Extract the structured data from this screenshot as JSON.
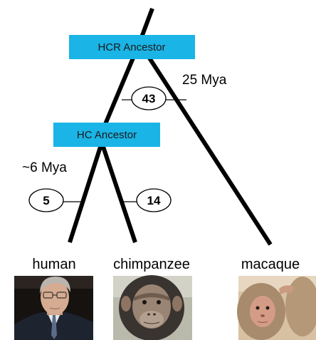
{
  "nodes": {
    "hcr": {
      "label": "HCR Ancestor"
    },
    "hc": {
      "label": "HC Ancestor"
    }
  },
  "divergence_times": {
    "hcr_split": "25 Mya",
    "hc_split": "~6 Mya"
  },
  "branch_counts": {
    "hc_branch": "43",
    "human_branch": "5",
    "chimpanzee_branch": "14"
  },
  "species": {
    "human": "human",
    "chimpanzee": "chimpanzee",
    "macaque": "macaque"
  },
  "colors": {
    "node_fill": "#1ab4e6",
    "branch": "#000000",
    "background": "#ffffff"
  }
}
